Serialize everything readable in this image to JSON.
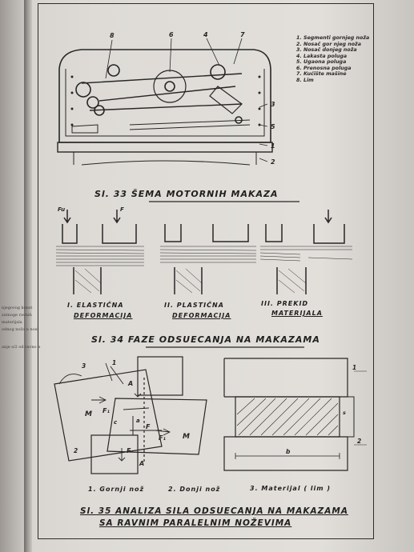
{
  "fig33": {
    "title": "Sl. 33 ŠEMA MOTORNIH MAKAZA",
    "callouts": [
      "8",
      "6",
      "4",
      "7",
      "3",
      "5",
      "1",
      "2"
    ],
    "legend": [
      "1. Segmenti gornjeg noža",
      "2. Nosač gor njeg noža",
      "3. Nosač donjeg noža",
      "4. Lakasta poluga",
      "5. Ugaona poluga",
      "6. Prenosna poluga",
      "7. Kućište mašine",
      "8. Lim"
    ]
  },
  "fig34": {
    "title": "Sl. 34 FAZE ODSUECANJA NA MAKAZAMA",
    "force_labels": [
      "Fu",
      "F"
    ],
    "phases": [
      {
        "line1": "I. ELASTIČNA",
        "line2": "DEFORMACIJA"
      },
      {
        "line1": "II. PLASTIČNA",
        "line2": "DEFORMACIJA"
      },
      {
        "line1": "III. PREKID",
        "line2": "MATERIJALA"
      }
    ]
  },
  "fig35": {
    "title_line1": "Sl. 35 ANALIZA SILA ODSUECANJA NA MAKAZAMA",
    "title_line2": "SA RAVNIM PARALELNIM NOŽEVIMA",
    "legend": [
      "1. Gornji nož",
      "2. Donji nož",
      "3. Materijal ( lim )"
    ],
    "labels": {
      "n3": "3",
      "n1": "1",
      "n2": "2",
      "A1": "A",
      "A2": "A",
      "M1": "M",
      "M2": "M",
      "F1a": "F₁",
      "F1b": "F₁",
      "Fa": "F",
      "Fb": "F",
      "a": "a",
      "c": "c",
      "s": "s",
      "b": "b",
      "r1": "1",
      "r2": "2"
    }
  },
  "left_page_fragments": [
    "njegovog konst",
    "zatnoge ravnih",
    "materijala",
    "odnog noža u nosi",
    "anje  s/2  od ravno n"
  ]
}
